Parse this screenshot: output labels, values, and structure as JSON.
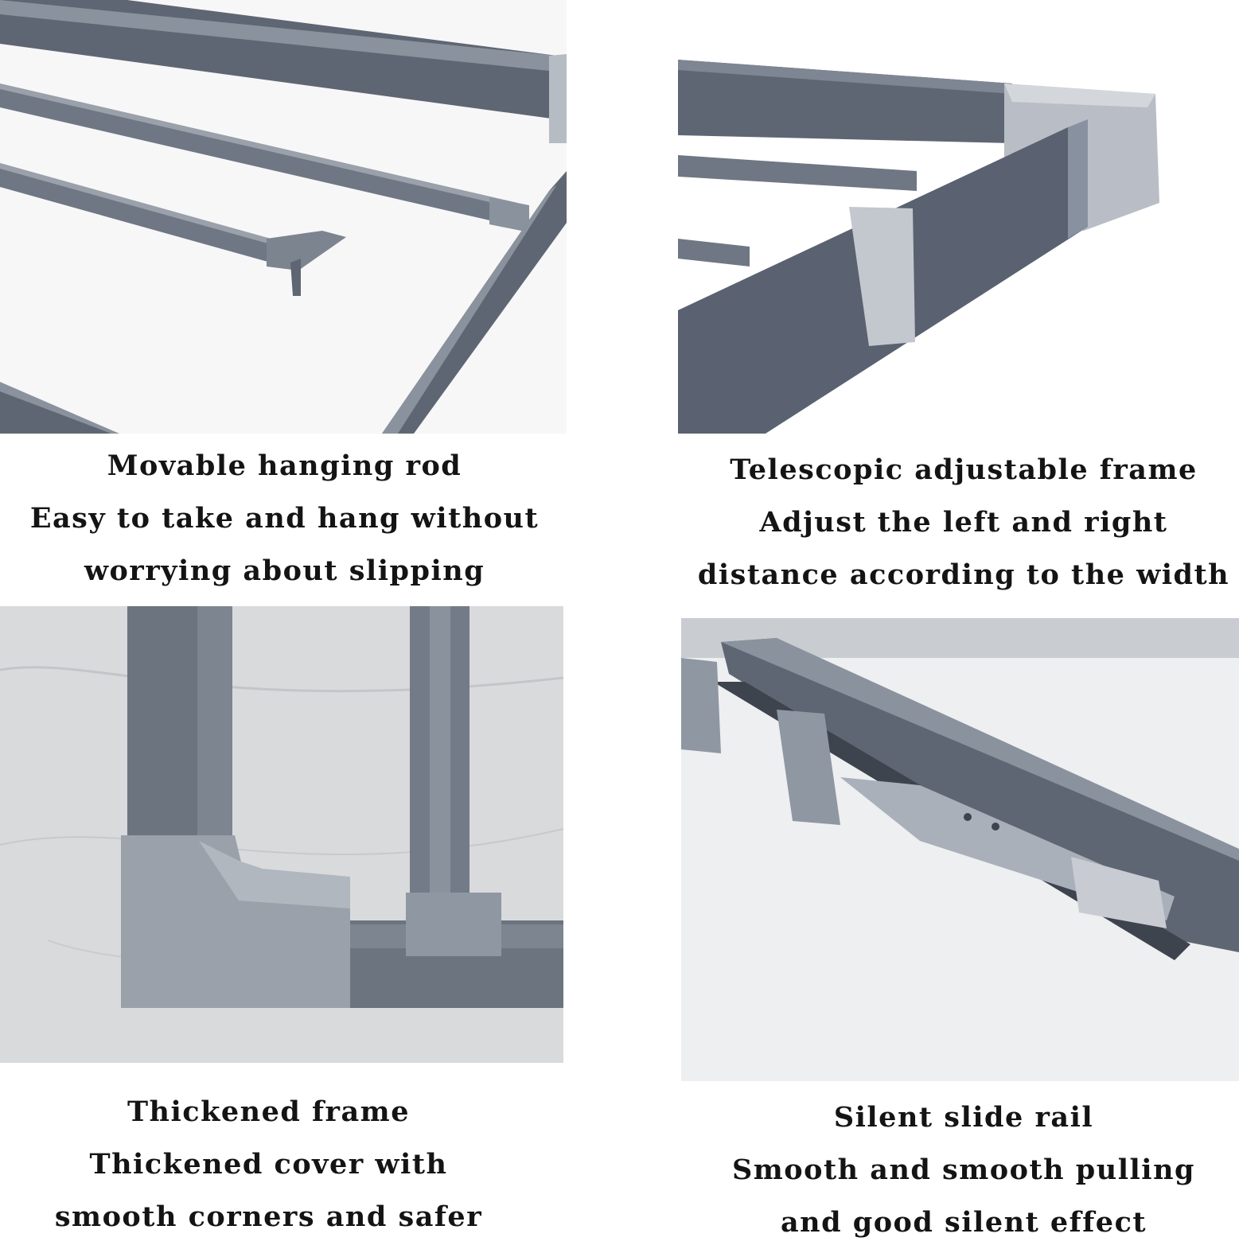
{
  "features": [
    {
      "id": "hanging-rod",
      "image_icon": "movable-hanging-rod-photo",
      "title": "Movable hanging rod",
      "lines": [
        "Easy to take and hang without",
        "worrying about slipping"
      ]
    },
    {
      "id": "telescopic-frame",
      "image_icon": "telescopic-frame-photo",
      "title": "Telescopic adjustable frame",
      "lines": [
        "Adjust the left and right",
        "distance according to the width"
      ]
    },
    {
      "id": "thickened-frame",
      "image_icon": "thickened-frame-corner-photo",
      "title": "Thickened frame",
      "lines": [
        "Thickened cover with",
        "smooth corners and safer"
      ]
    },
    {
      "id": "slide-rail",
      "image_icon": "silent-slide-rail-photo",
      "title": "Silent slide rail",
      "lines": [
        "Smooth and smooth pulling",
        "and good silent effect"
      ]
    }
  ],
  "colors": {
    "frame_gray": "#6b7380",
    "frame_light": "#aab1bb",
    "background": "#ffffff"
  }
}
